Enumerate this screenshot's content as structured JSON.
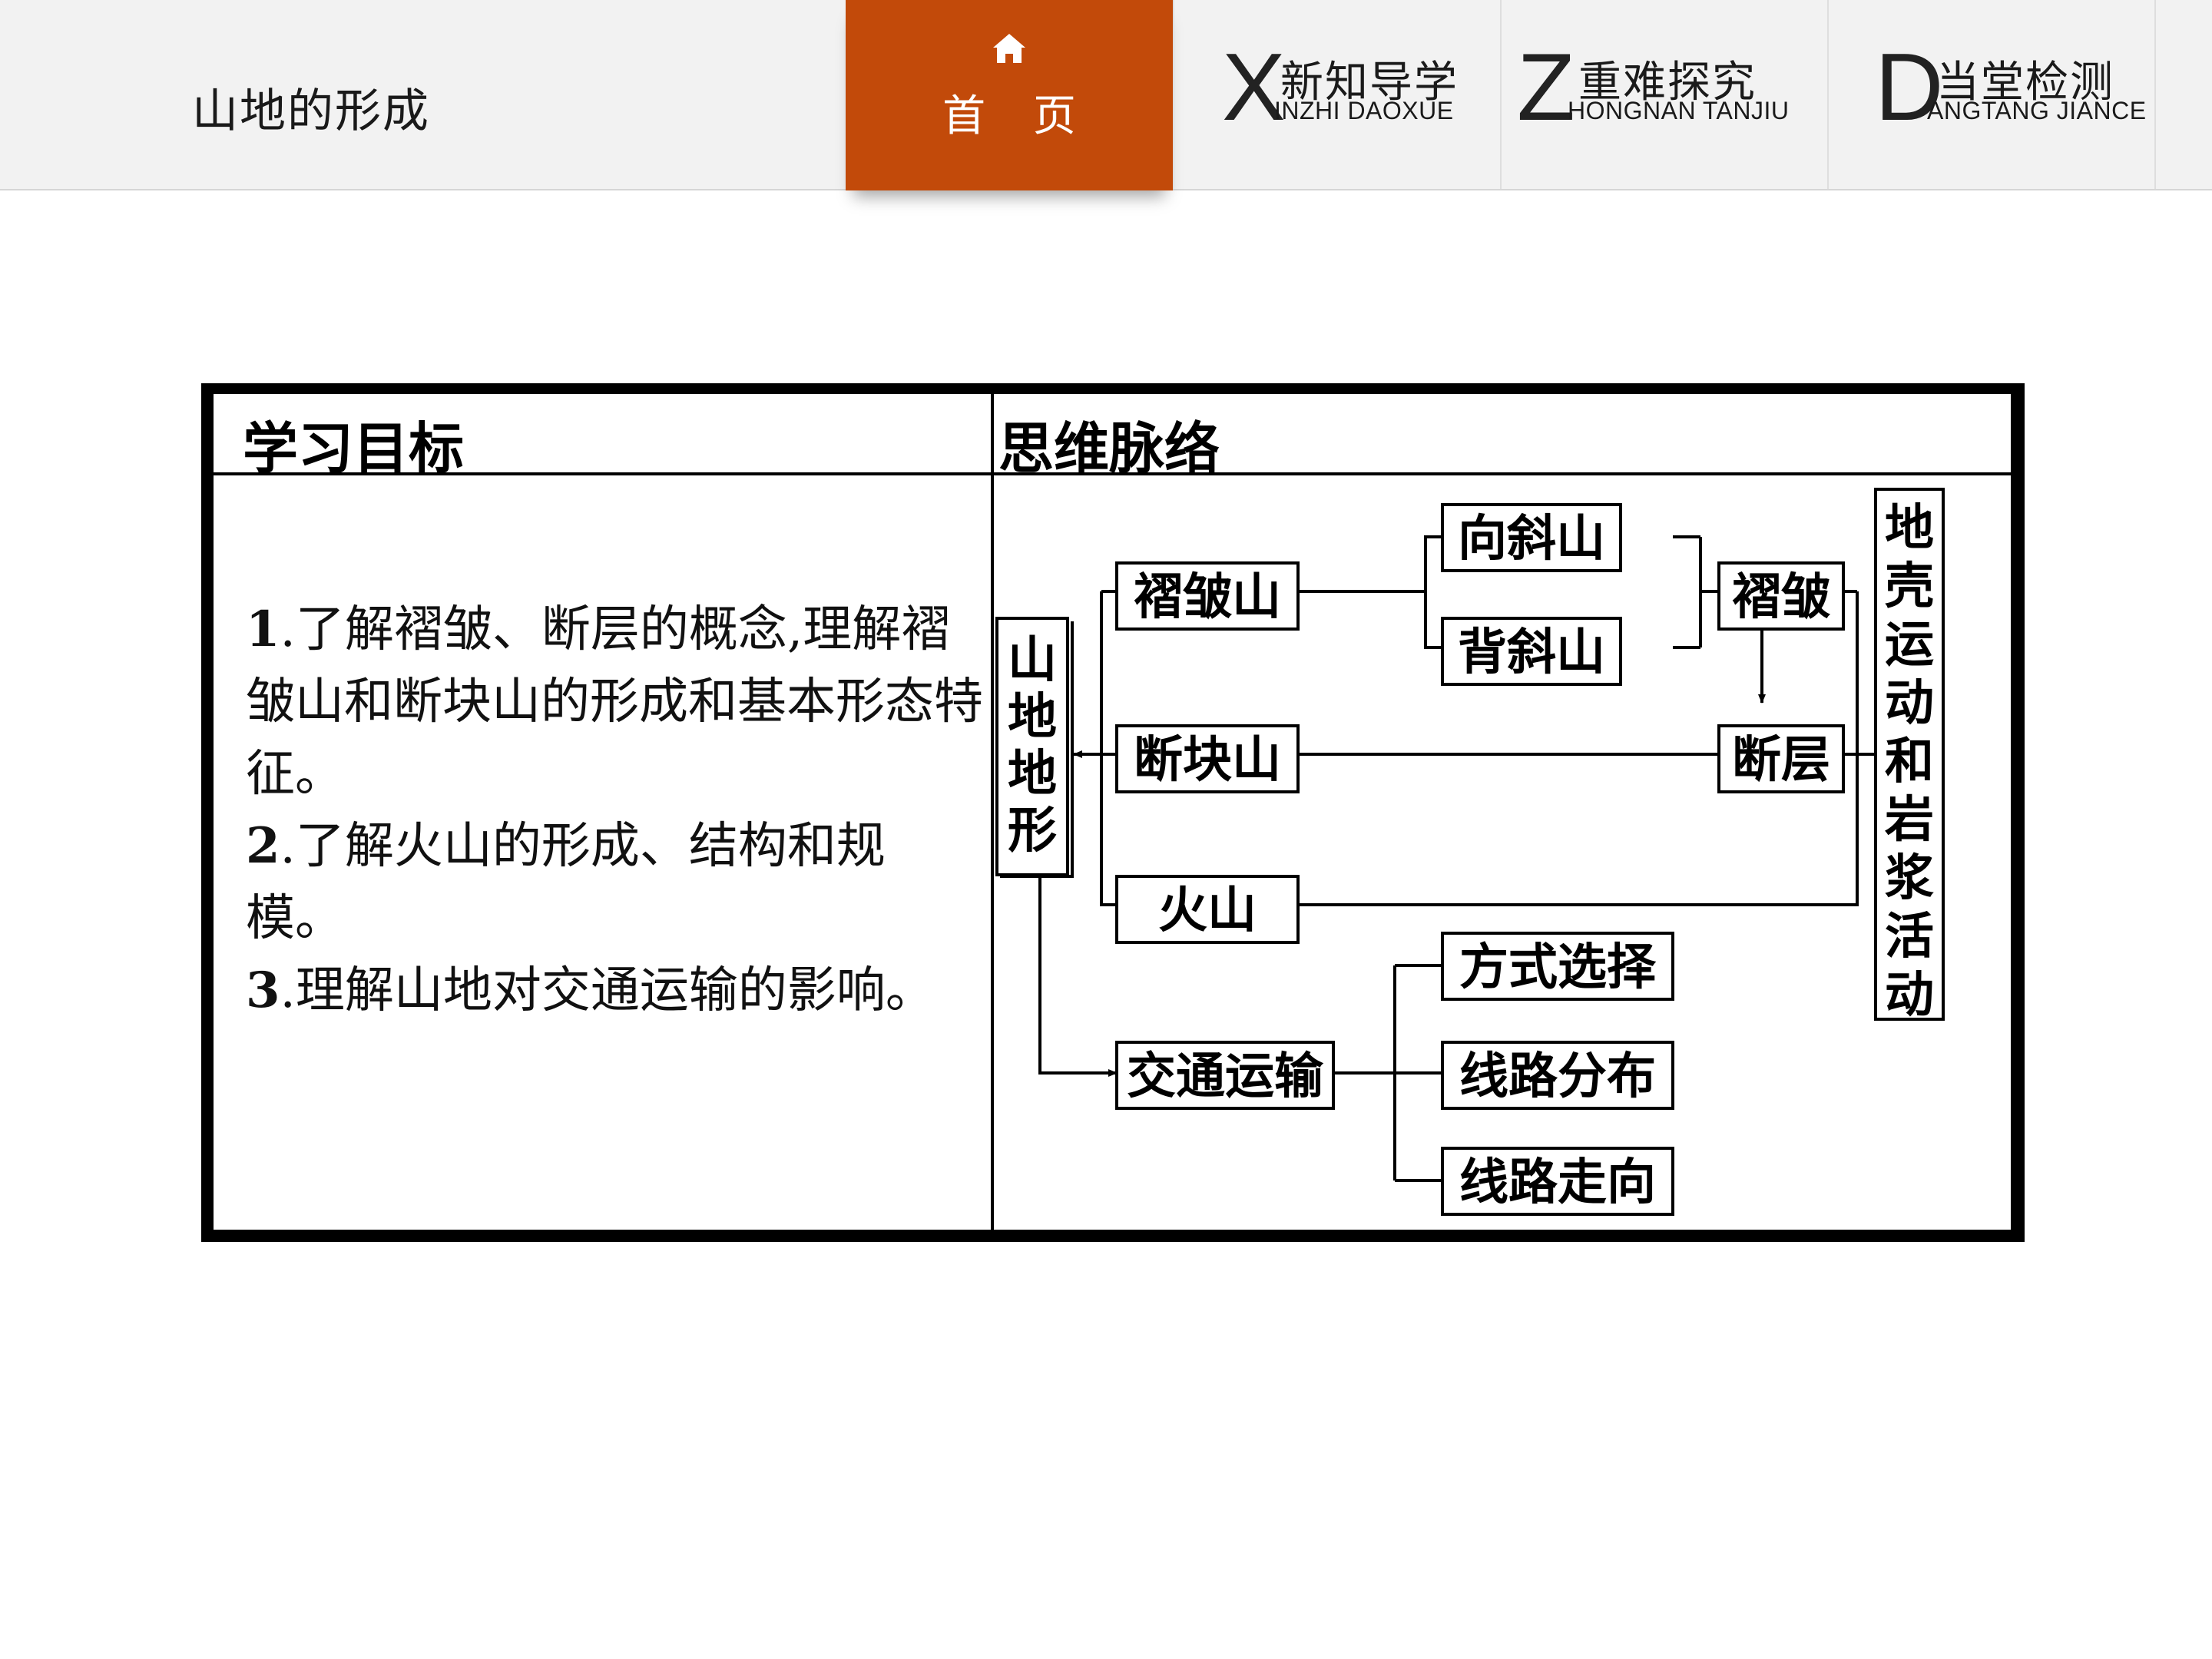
{
  "header": {
    "lesson_title": "山地的形成",
    "home": {
      "label": "首 页",
      "icon": "home-icon"
    },
    "tabs": [
      {
        "letter": "X",
        "zh": "新知导学",
        "en": "INZHI DAOXUE"
      },
      {
        "letter": "Z",
        "zh": "重难探究",
        "en": "HONGNAN TANJIU"
      },
      {
        "letter": "D",
        "zh": "当堂检测",
        "en": "ANGTANG  JIANCE"
      }
    ],
    "accent_color": "#c24a0a"
  },
  "table": {
    "left_header": "学习目标",
    "right_header": "思维脉络",
    "goals": [
      {
        "num": "1",
        "text": ".了解褶皱、断层的概念,理解褶皱山和断块山的形成和基本形态特征。"
      },
      {
        "num": "2",
        "text": ".了解火山的形成、结构和规模。"
      },
      {
        "num": "3",
        "text": ".理解山地对交通运输的影响。"
      }
    ]
  },
  "diagram": {
    "source": "地壳运动和岩浆活动",
    "landform": "山地地形",
    "fold": "褶皱",
    "fault": "断层",
    "syncline_mountain": "向斜山",
    "anticline_mountain": "背斜山",
    "fold_mountain": "褶皱山",
    "block_mountain": "断块山",
    "volcano": "火山",
    "transport": "交通运输",
    "transport_items": [
      "方式选择",
      "线路分布",
      "线路走向"
    ]
  }
}
